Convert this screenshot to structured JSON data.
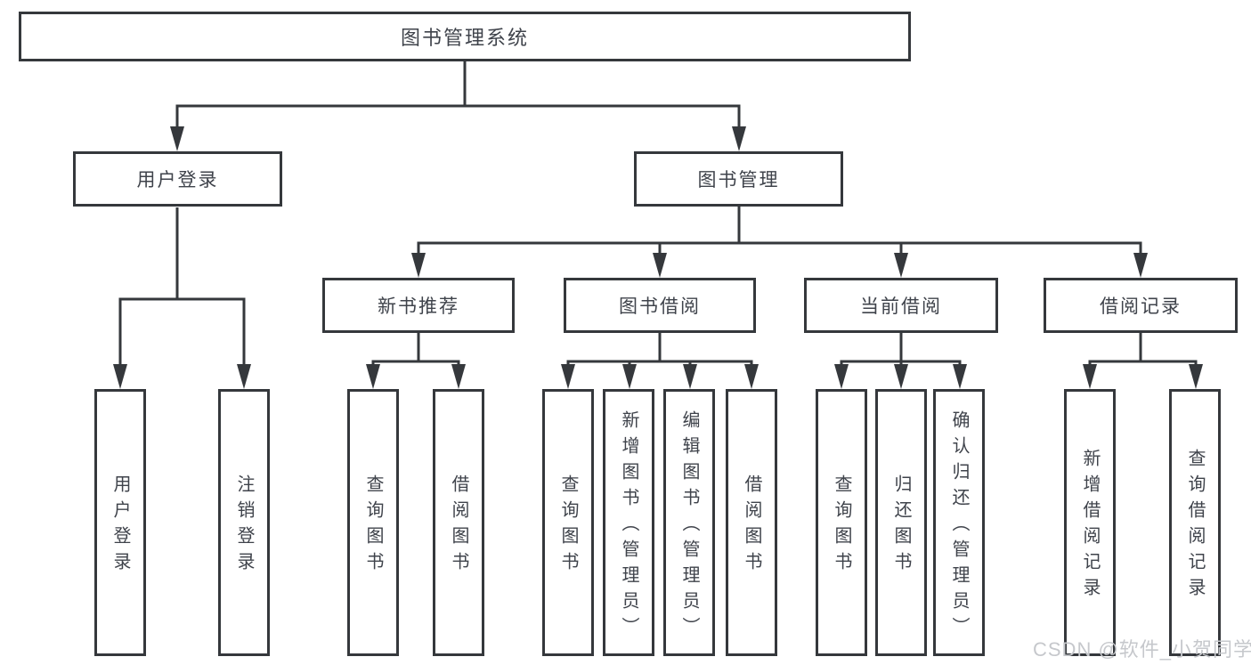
{
  "watermark": "CSDN @软件_小贺同学",
  "nodes": {
    "root": "图书管理系统",
    "user_login": "用户登录",
    "book_mgmt": "图书管理",
    "new_book": "新书推荐",
    "book_borrow": "图书借阅",
    "current_borrow": "当前借阅",
    "borrow_record": "借阅记录",
    "ul_leaves": [
      "用户登录",
      "注销登录"
    ],
    "nb_leaves": [
      "查询图书",
      "借阅图书"
    ],
    "bb_leaves": [
      "查询图书",
      "新增图书（管理员）",
      "编辑图书（管理员）",
      "借阅图书"
    ],
    "cb_leaves": [
      "查询图书",
      "归还图书",
      "确认归还（管理员）"
    ],
    "br_leaves": [
      "新增借阅记录",
      "查询借阅记录"
    ]
  }
}
